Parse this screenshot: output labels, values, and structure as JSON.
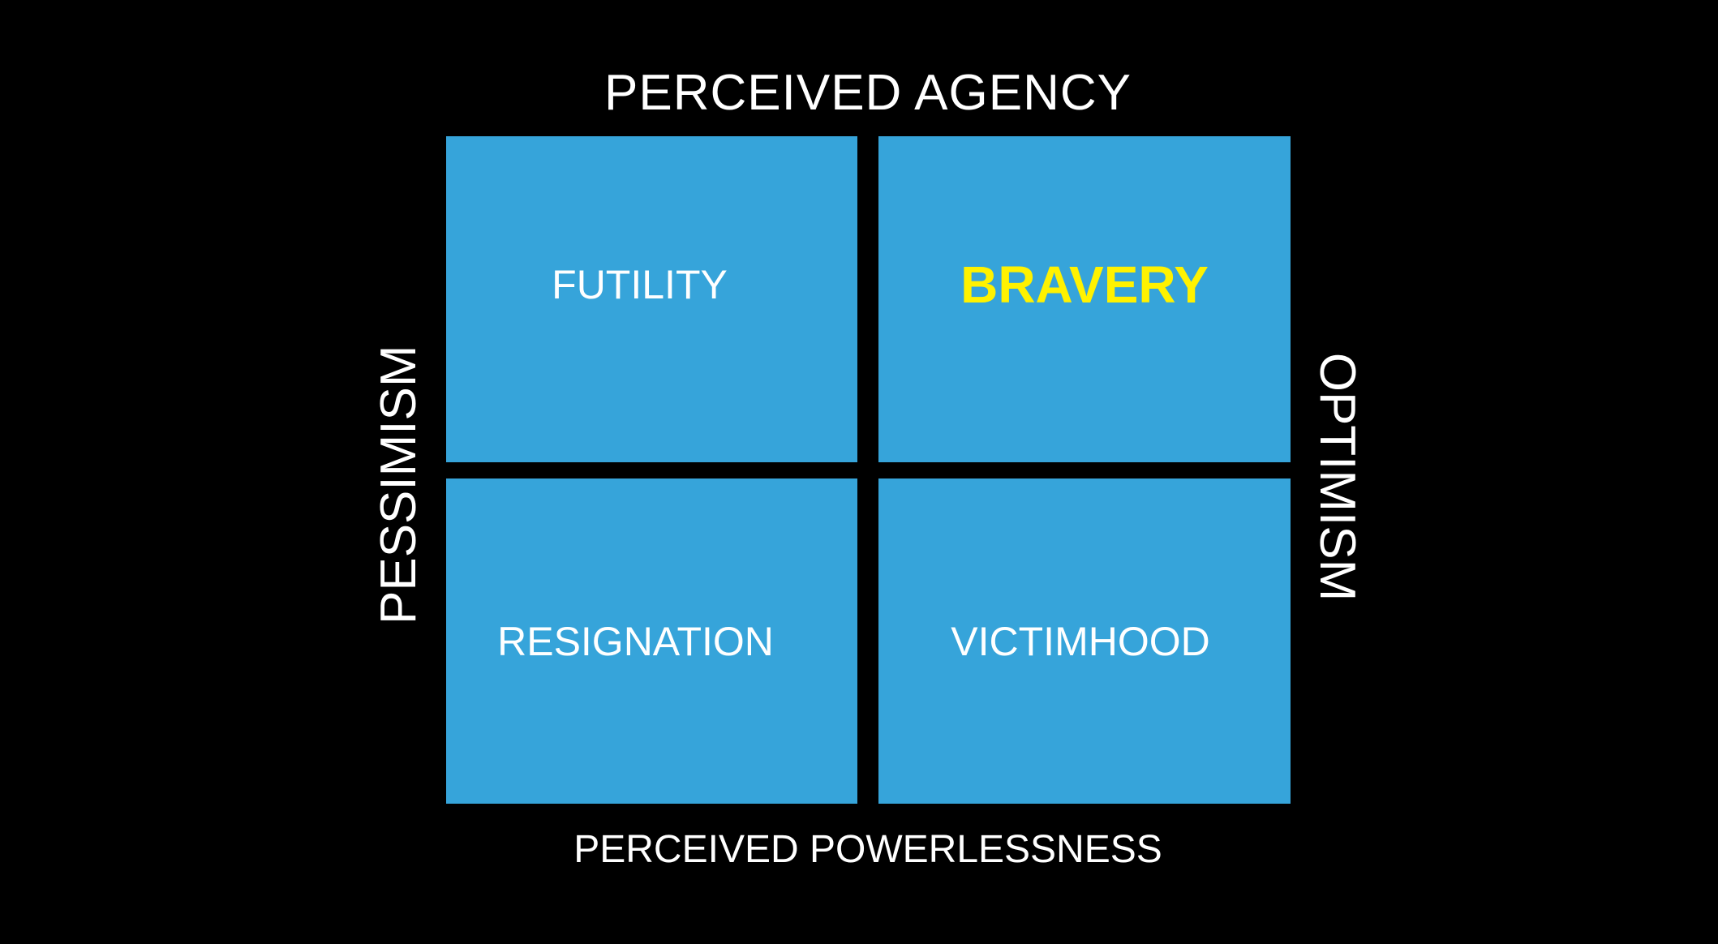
{
  "axes": {
    "top": "PERCEIVED AGENCY",
    "bottom": "PERCEIVED POWERLESSNESS",
    "left": "PESSIMISM",
    "right": "OPTIMISM"
  },
  "quadrants": {
    "top_left": "FUTILITY",
    "top_right": "BRAVERY",
    "bottom_left": "RESIGNATION",
    "bottom_right": "VICTIMHOOD"
  },
  "colors": {
    "background": "#000000",
    "quadrant_fill": "#36A4DA",
    "label_text": "#FFFFFF",
    "highlight_text": "#FFF200"
  }
}
